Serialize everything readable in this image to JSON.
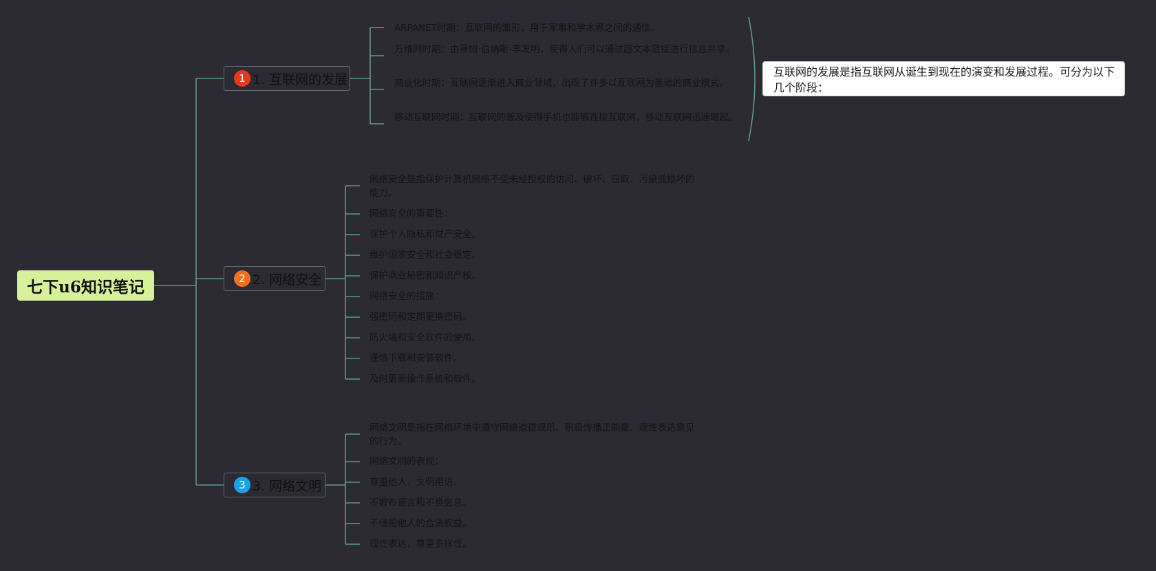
{
  "root": {
    "title": "七下u6知识笔记"
  },
  "topics": [
    {
      "number": "1",
      "label": "1. 互联网的发展",
      "badge_color": "#e8391d",
      "callout": "互联网的发展是指互联网从诞生到现在的演变和发展过程。可分为以下几个阶段：",
      "items": [
        "ARPANET时期：互联网的雏形，用于军事和学术界之间的通信。",
        "万维网时期：由蒂姆·伯纳斯-李发明，使得人们可以通过超文本链接进行信息共享。",
        "商业化时期：互联网逐渐进入商业领域，出现了许多以互联网为基础的商业模式。",
        "移动互联网时期：互联网的普及使得手机也能够连接互联网，移动互联网迅速崛起。"
      ]
    },
    {
      "number": "2",
      "label": "2. 网络安全",
      "badge_color": "#f07020",
      "items": [
        "网络安全是指保护计算机网络不受未经授权的访问、破坏、窃取、污染或损坏的能力。",
        "网络安全的重要性：",
        "保护个人隐私和财产安全。",
        "维护国家安全和社会稳定。",
        "保护商业秘密和知识产权。",
        "网络安全的措施：",
        "强密码和定期更换密码。",
        "防火墙和安全软件的使用。",
        "谨慎下载和安装软件。",
        "及时更新操作系统和软件。"
      ]
    },
    {
      "number": "3",
      "label": "3. 网络文明",
      "badge_color": "#1aa3e8",
      "items": [
        "网络文明是指在网络环境中遵守网络道德规范、积极传播正能量、理性表达意见的行为。",
        "网络文明的表现：",
        "尊重他人，文明用语。",
        "不散布谣言和不良信息。",
        "不侵犯他人的合法权益。",
        "理性表达，尊重多样性。"
      ]
    }
  ],
  "colors": {
    "background": "#2c2a32",
    "line": "#5a9a92",
    "root_fill": "#d6f19a"
  }
}
